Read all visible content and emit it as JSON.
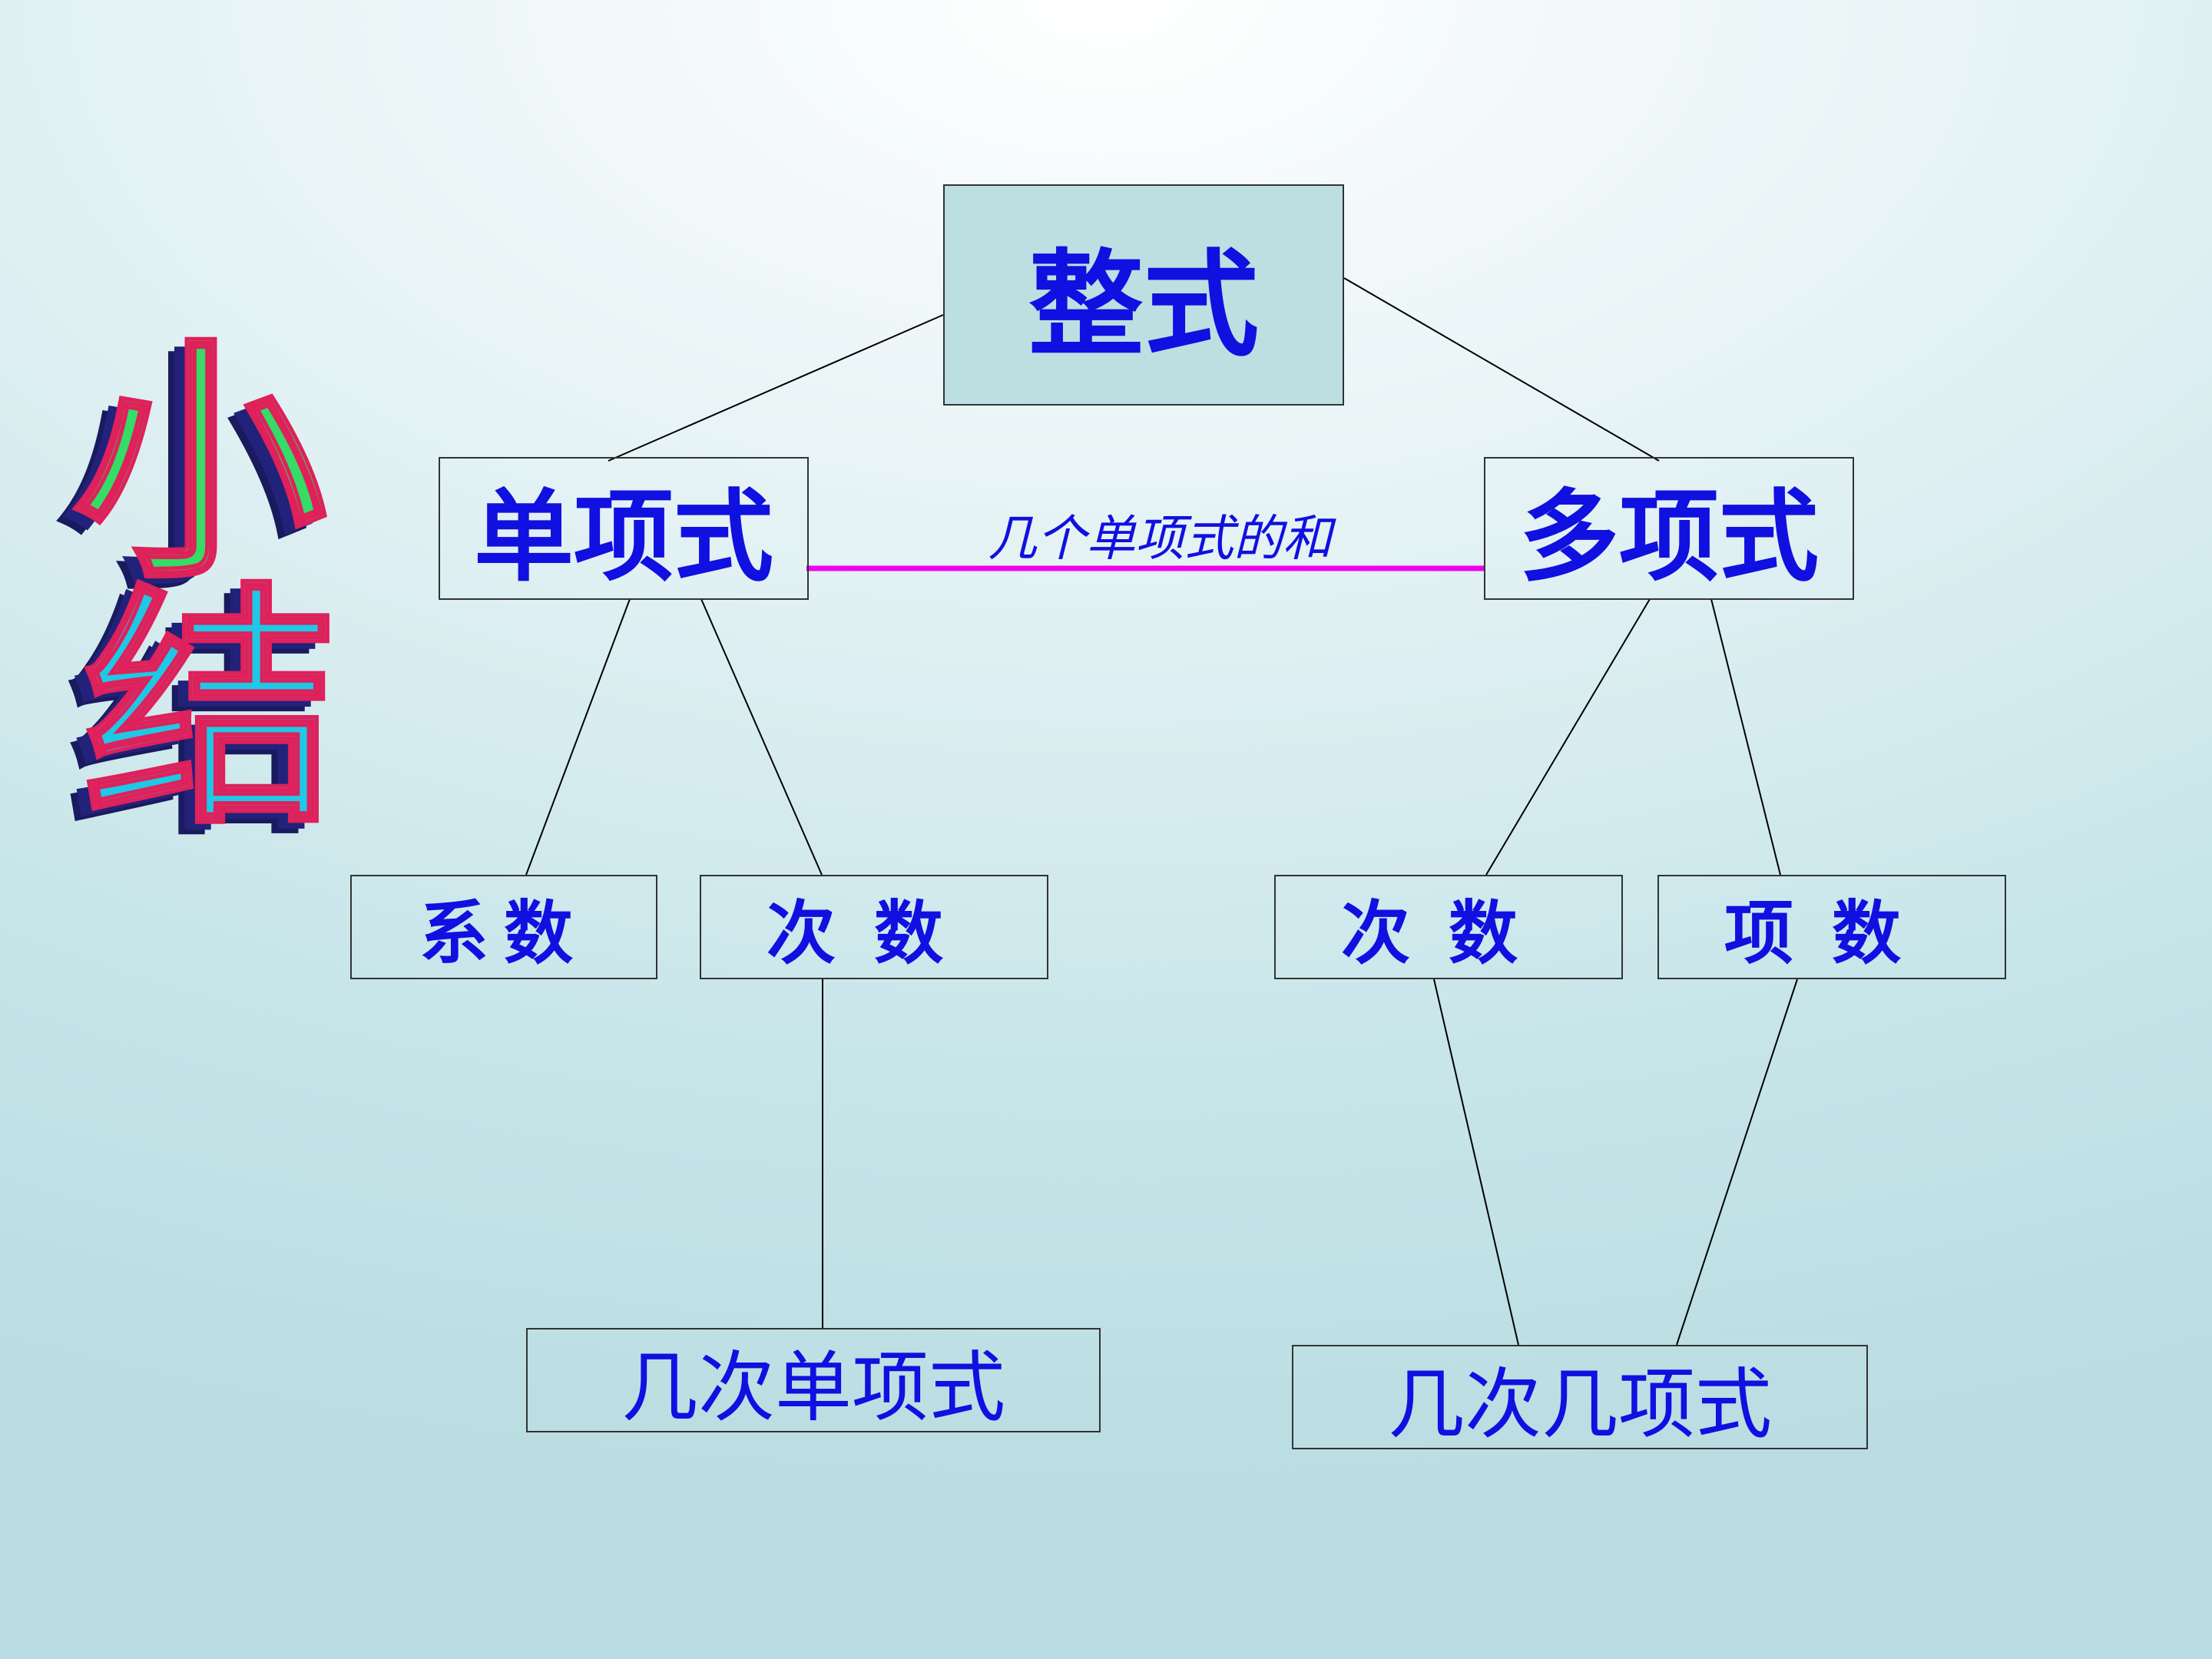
{
  "title": [
    "小",
    "结"
  ],
  "nodes": {
    "root": "整式",
    "monomial": "单项式",
    "polynomial": "多项式",
    "coefficient": "系数",
    "mono_degree": "次数",
    "poly_degree": "次数",
    "term_count": "项数",
    "mono_kind": "几次单项式",
    "poly_kind": "几次几项式"
  },
  "edge_label": "几个单项式的和",
  "colors": {
    "text": "#1010e0",
    "connector": "#000000",
    "relation": "#ee00ee",
    "root_fill": "#bcdfe2",
    "title_char_1": "#33dd66",
    "title_char_2": "#1ec8e6"
  }
}
